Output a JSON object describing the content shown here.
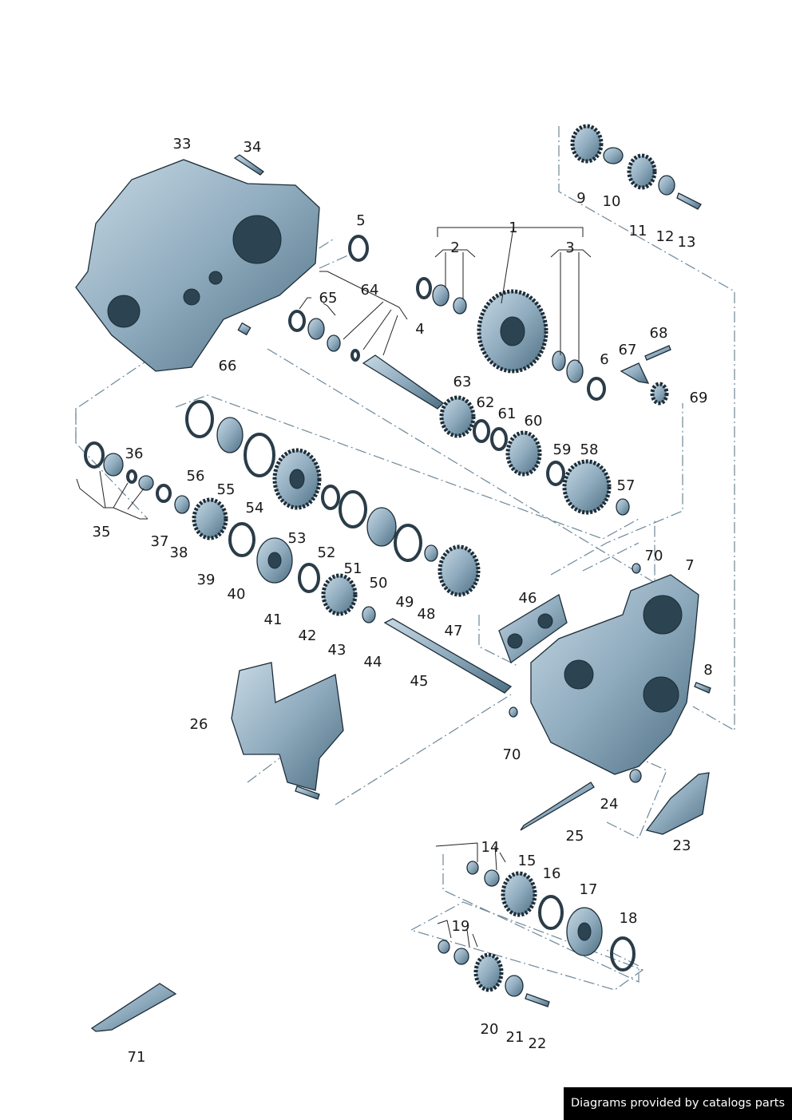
{
  "diagram": {
    "callouts": [
      "1",
      "2",
      "3",
      "4",
      "5",
      "6",
      "7",
      "8",
      "9",
      "10",
      "11",
      "12",
      "13",
      "14",
      "15",
      "16",
      "17",
      "18",
      "19",
      "20",
      "21",
      "22",
      "23",
      "24",
      "25",
      "26",
      "33",
      "34",
      "35",
      "36",
      "37",
      "38",
      "39",
      "40",
      "41",
      "42",
      "43",
      "44",
      "45",
      "46",
      "47",
      "48",
      "49",
      "50",
      "51",
      "52",
      "53",
      "54",
      "55",
      "56",
      "57",
      "58",
      "59",
      "60",
      "61",
      "62",
      "63",
      "64",
      "65",
      "66",
      "67",
      "68",
      "69",
      "70",
      "70",
      "71"
    ],
    "colors": {
      "metal_light": "#b7cdda",
      "metal_dark": "#5e7f93",
      "leader_dash": "#6d8797"
    }
  },
  "footer": {
    "text": "Diagrams provided by catalogs parts"
  }
}
